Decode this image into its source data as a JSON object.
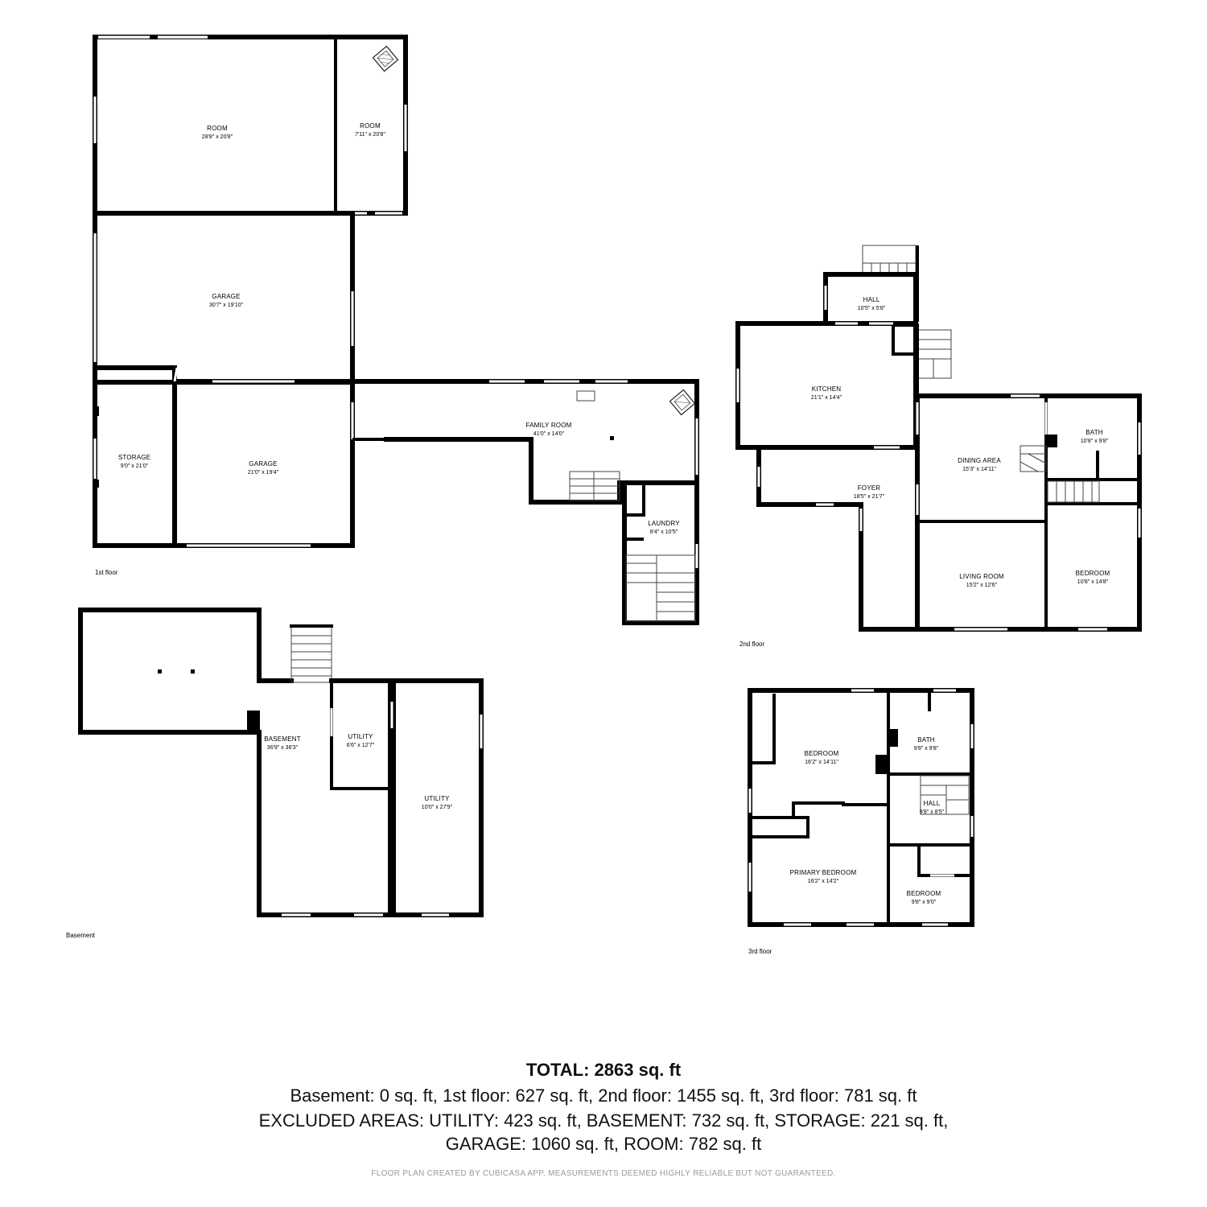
{
  "floors": {
    "basement": {
      "label": "Basement"
    },
    "first": {
      "label": "1st floor"
    },
    "second": {
      "label": "2nd floor"
    },
    "third": {
      "label": "3rd floor"
    }
  },
  "rooms": {
    "first_room_large": {
      "name": "ROOM",
      "dims": "28'8\" x 20'8\""
    },
    "first_room_small": {
      "name": "ROOM",
      "dims": "7'11\" x 20'8\""
    },
    "first_garage_top": {
      "name": "GARAGE",
      "dims": "30'7\" x 19'10\""
    },
    "first_storage": {
      "name": "STORAGE",
      "dims": "9'0\" x 21'0\""
    },
    "first_garage_bottom": {
      "name": "GARAGE",
      "dims": "21'0\" x 19'4\""
    },
    "first_family_room": {
      "name": "FAMILY ROOM",
      "dims": "41'0\" x 14'0\""
    },
    "first_laundry": {
      "name": "LAUNDRY",
      "dims": "8'4\" x 10'5\""
    },
    "second_hall": {
      "name": "HALL",
      "dims": "10'5\" x 5'8\""
    },
    "second_kitchen": {
      "name": "KITCHEN",
      "dims": "21'1\" x 14'4\""
    },
    "second_dining": {
      "name": "DINING AREA",
      "dims": "15'3\" x 14'11\""
    },
    "second_bath": {
      "name": "BATH",
      "dims": "10'8\" x 9'8\""
    },
    "second_foyer": {
      "name": "FOYER",
      "dims": "18'5\" x 21'7\""
    },
    "second_living": {
      "name": "LIVING ROOM",
      "dims": "15'2\" x 12'6\""
    },
    "second_bedroom": {
      "name": "BEDROOM",
      "dims": "10'8\" x 14'8\""
    },
    "basement_main": {
      "name": "BASEMENT",
      "dims": "36'9\" x 36'3\""
    },
    "basement_utility_small": {
      "name": "UTILITY",
      "dims": "6'6\" x 12'7\""
    },
    "basement_utility_large": {
      "name": "UTILITY",
      "dims": "10'0\" x 27'9\""
    },
    "third_bedroom_top": {
      "name": "BEDROOM",
      "dims": "16'2\" x 14'11\""
    },
    "third_bath": {
      "name": "BATH",
      "dims": "9'8\" x 9'8\""
    },
    "third_hall": {
      "name": "HALL",
      "dims": "9'8\" x 8'5\""
    },
    "third_primary": {
      "name": "PRIMARY BEDROOM",
      "dims": "16'2\" x 14'2\""
    },
    "third_bedroom_small": {
      "name": "BEDROOM",
      "dims": "9'8\" x 9'0\""
    }
  },
  "summary": {
    "total": "TOTAL: 2863 sq. ft",
    "line1": "Basement: 0 sq. ft, 1st floor: 627 sq. ft, 2nd floor: 1455 sq. ft, 3rd floor: 781 sq. ft",
    "line2": "EXCLUDED AREAS: UTILITY: 423 sq. ft, BASEMENT: 732 sq. ft, STORAGE: 221 sq. ft,",
    "line3": "GARAGE: 1060 sq. ft, ROOM: 782 sq. ft",
    "disclaimer": "FLOOR PLAN CREATED BY CUBICASA APP. MEASUREMENTS DEEMED HIGHLY RELIABLE BUT NOT GUARANTEED."
  }
}
